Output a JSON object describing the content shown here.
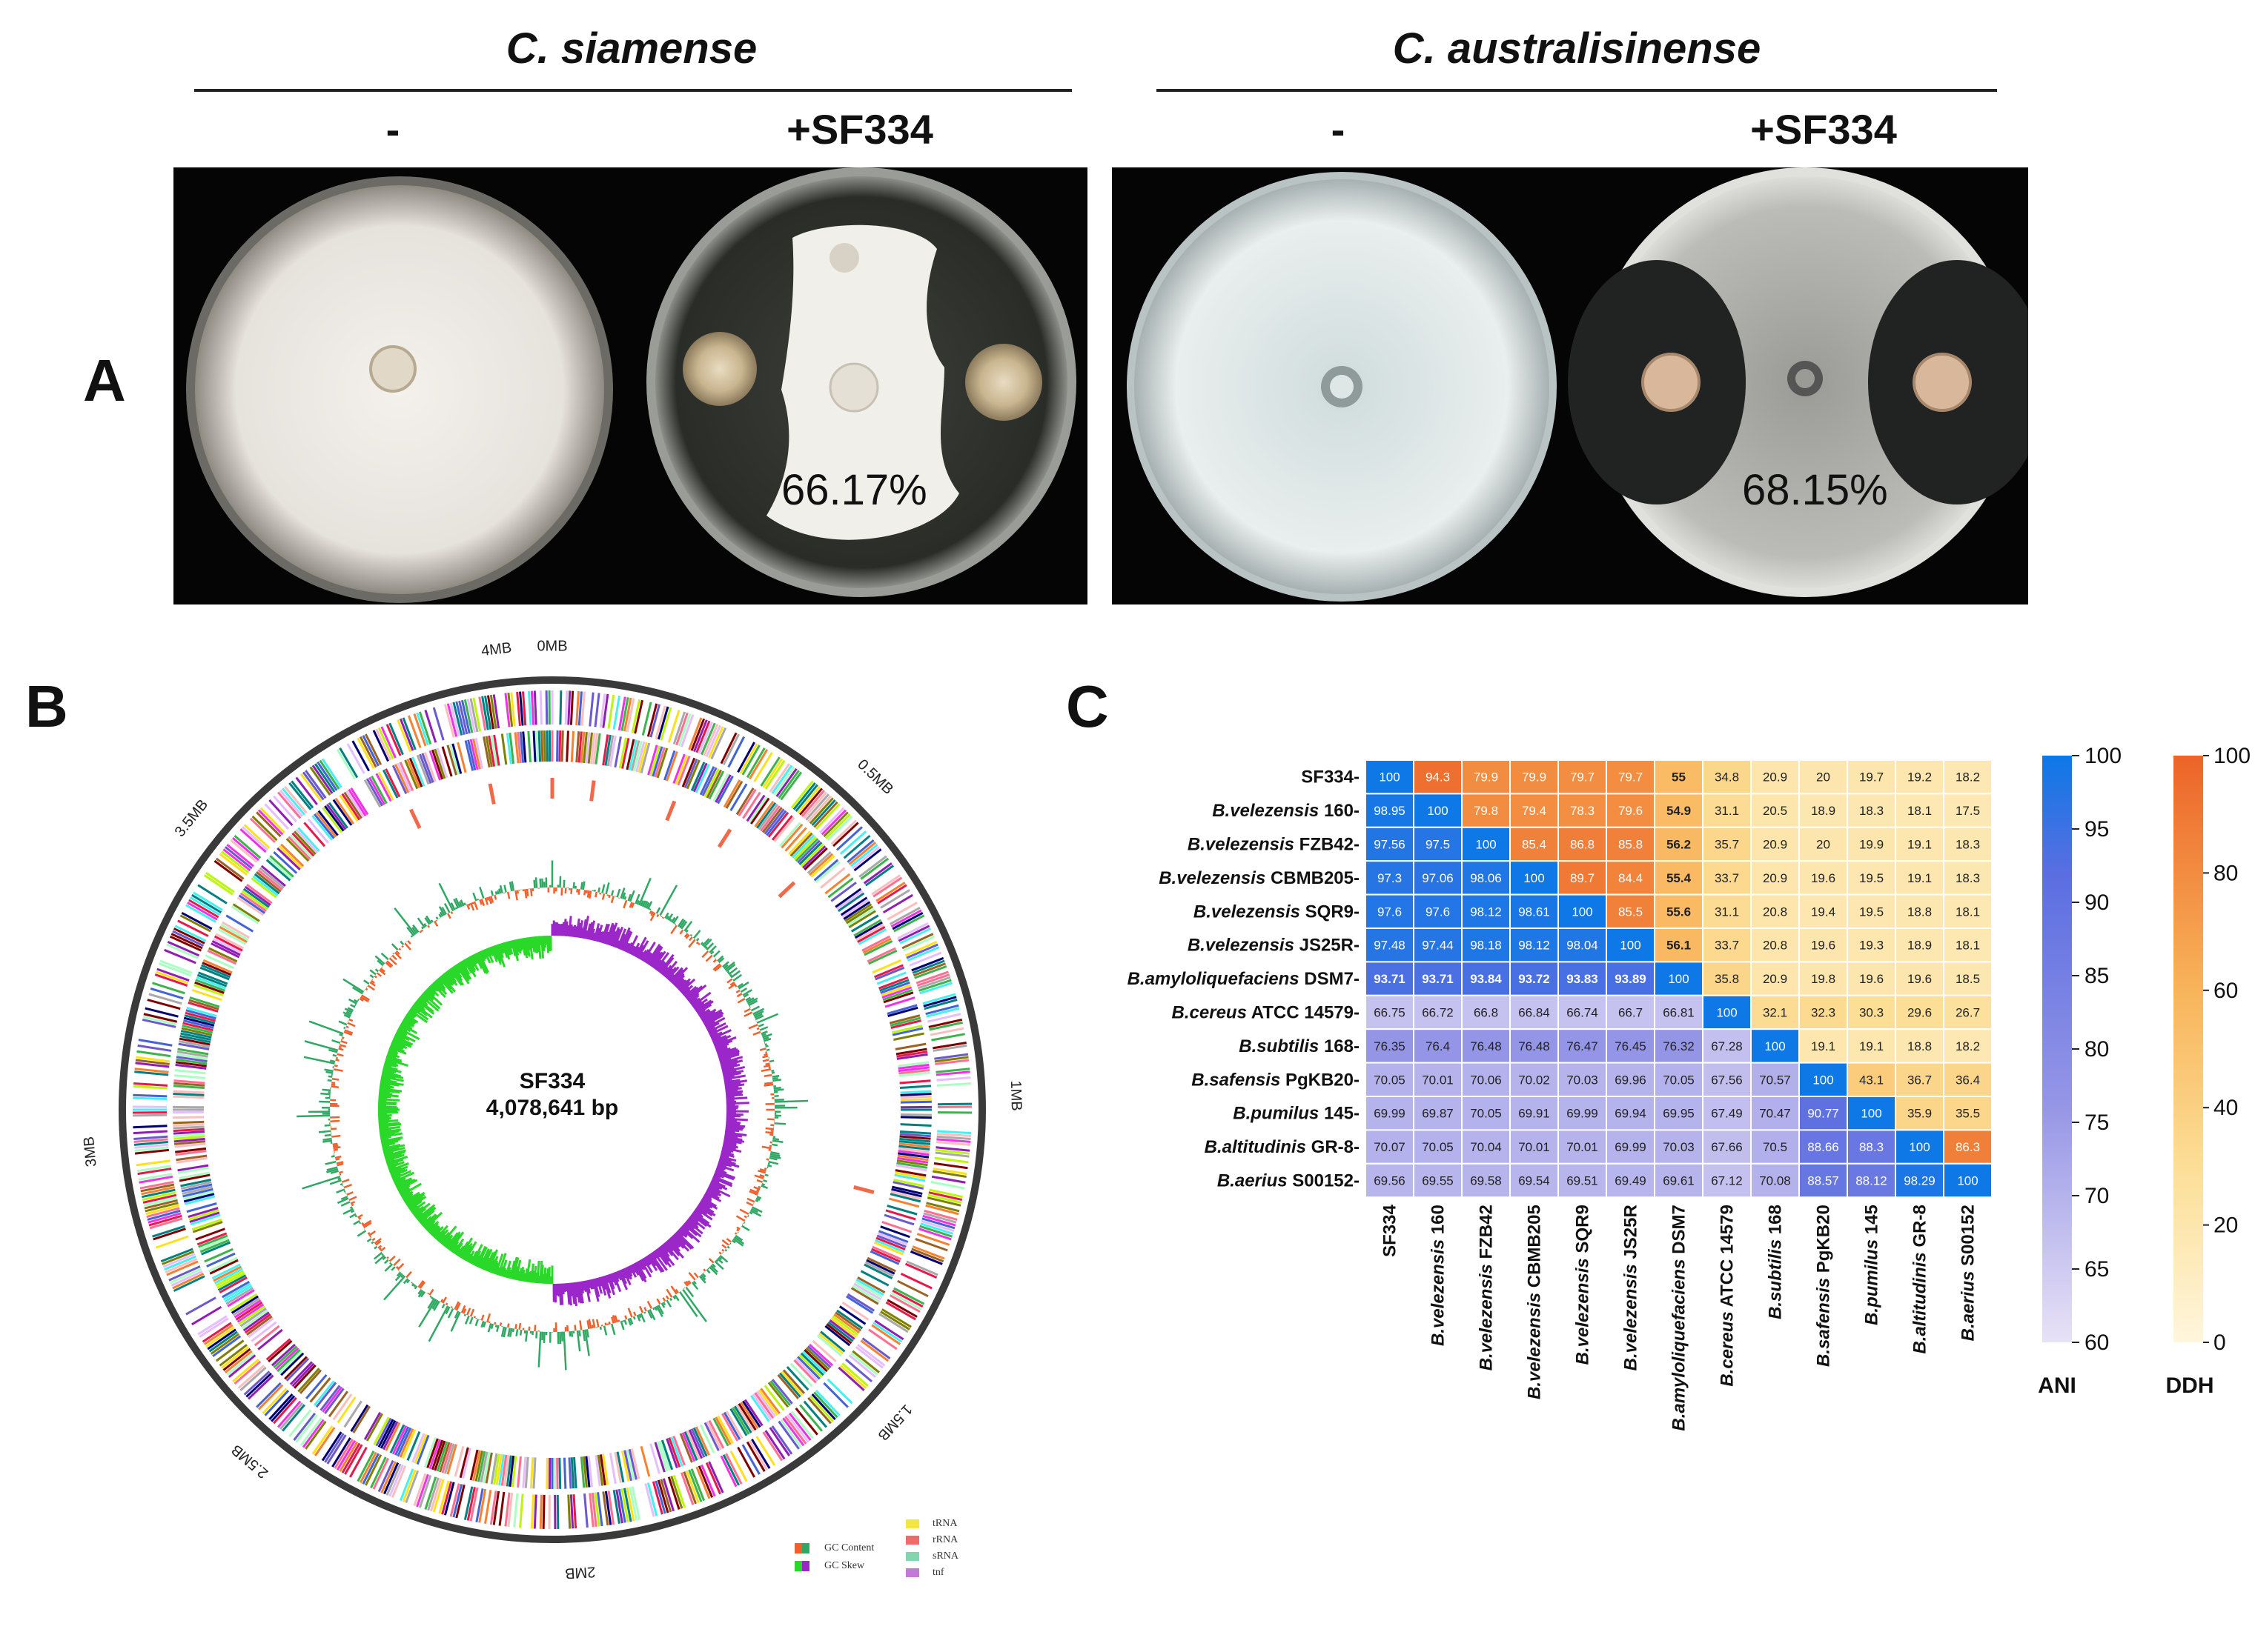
{
  "panelA": {
    "letter": "A",
    "species": [
      {
        "name": "C. siamense",
        "conditions": [
          "-",
          "+SF334"
        ],
        "inhibition": "66.17%"
      },
      {
        "name": "C. australisinense",
        "conditions": [
          "-",
          "+SF334"
        ],
        "inhibition": "68.15%"
      }
    ]
  },
  "panelB": {
    "letter": "B",
    "center_title": "SF334",
    "center_size": "4,078,641 bp",
    "ticks": [
      "0MB",
      "0.5MB",
      "1MB",
      "1.5MB",
      "2MB",
      "2.5MB",
      "3MB",
      "3.5MB",
      "4MB"
    ],
    "legend": {
      "left": [
        "GC Content",
        "GC Skew"
      ],
      "right": [
        "tRNA",
        "rRNA",
        "sRNA",
        "tnf"
      ]
    },
    "colors": {
      "gc_skew_pos": "#9b27c9",
      "gc_skew_neg": "#2ad82a",
      "gc_content_pos": "#2fa864",
      "gc_content_neg": "#f0602c",
      "rrna": "#f06a4a"
    }
  },
  "panelC": {
    "letter": "C",
    "strains": [
      {
        "genus": "SF334",
        "strain": ""
      },
      {
        "genus": "B.velezensis",
        "strain": "160"
      },
      {
        "genus": "B.velezensis",
        "strain": "FZB42"
      },
      {
        "genus": "B.velezensis",
        "strain": "CBMB205"
      },
      {
        "genus": "B.velezensis",
        "strain": "SQR9"
      },
      {
        "genus": "B.velezensis",
        "strain": "JS25R"
      },
      {
        "genus": "B.amyloliquefaciens",
        "strain": "DSM7"
      },
      {
        "genus": "B.cereus",
        "strain": "ATCC 14579"
      },
      {
        "genus": "B.subtilis",
        "strain": "168"
      },
      {
        "genus": "B.safensis",
        "strain": "PgKB20"
      },
      {
        "genus": "B.pumilus",
        "strain": "145"
      },
      {
        "genus": "B.altitudinis",
        "strain": "GR-8"
      },
      {
        "genus": "B.aerius",
        "strain": "S00152"
      }
    ],
    "ani_colorbar": {
      "label": "ANI",
      "ticks": [
        "100",
        "95",
        "90",
        "85",
        "80",
        "75",
        "70",
        "65",
        "60"
      ]
    },
    "ddh_colorbar": {
      "label": "DDH",
      "ticks": [
        "100",
        "80",
        "60",
        "40",
        "20",
        "0"
      ]
    }
  },
  "chart_data": {
    "type": "heatmap",
    "note_lower": "ANI",
    "note_upper": "DDH",
    "rows": [
      "SF334",
      "B.velezensis 160",
      "B.velezensis FZB42",
      "B.velezensis CBMB205",
      "B.velezensis SQR9",
      "B.velezensis JS25R",
      "B.amyloliquefaciens DSM7",
      "B.cereus ATCC 14579",
      "B.subtilis 168",
      "B.safensis PgKB20",
      "B.pumilus 145",
      "B.altitudinis GR-8",
      "B.aerius S00152"
    ],
    "matrix": [
      [
        "100",
        "94.3",
        "79.9",
        "79.9",
        "79.7",
        "79.7",
        "55",
        "34.8",
        "20.9",
        "20",
        "19.7",
        "19.2",
        "18.2"
      ],
      [
        "98.95",
        "100",
        "79.8",
        "79.4",
        "78.3",
        "79.6",
        "54.9",
        "31.1",
        "20.5",
        "18.9",
        "18.3",
        "18.1",
        "17.5"
      ],
      [
        "97.56",
        "97.5",
        "100",
        "85.4",
        "86.8",
        "85.8",
        "56.2",
        "35.7",
        "20.9",
        "20",
        "19.9",
        "19.1",
        "18.3"
      ],
      [
        "97.3",
        "97.06",
        "98.06",
        "100",
        "89.7",
        "84.4",
        "55.4",
        "33.7",
        "20.9",
        "19.6",
        "19.5",
        "19.1",
        "18.3"
      ],
      [
        "97.6",
        "97.6",
        "98.12",
        "98.61",
        "100",
        "85.5",
        "55.6",
        "31.1",
        "20.8",
        "19.4",
        "19.5",
        "18.8",
        "18.1"
      ],
      [
        "97.48",
        "97.44",
        "98.18",
        "98.12",
        "98.04",
        "100",
        "56.1",
        "33.7",
        "20.8",
        "19.6",
        "19.3",
        "18.9",
        "18.1"
      ],
      [
        "93.71",
        "93.71",
        "93.84",
        "93.72",
        "93.83",
        "93.89",
        "100",
        "35.8",
        "20.9",
        "19.8",
        "19.6",
        "19.6",
        "18.5"
      ],
      [
        "66.75",
        "66.72",
        "66.8",
        "66.84",
        "66.74",
        "66.7",
        "66.81",
        "100",
        "32.1",
        "32.3",
        "30.3",
        "29.6",
        "26.7"
      ],
      [
        "76.35",
        "76.4",
        "76.48",
        "76.48",
        "76.47",
        "76.45",
        "76.32",
        "67.28",
        "100",
        "19.1",
        "19.1",
        "18.8",
        "18.2"
      ],
      [
        "70.05",
        "70.01",
        "70.06",
        "70.02",
        "70.03",
        "69.96",
        "70.05",
        "67.56",
        "70.57",
        "100",
        "43.1",
        "36.7",
        "36.4"
      ],
      [
        "69.99",
        "69.87",
        "70.05",
        "69.91",
        "69.99",
        "69.94",
        "69.95",
        "67.49",
        "70.47",
        "90.77",
        "100",
        "35.9",
        "35.5"
      ],
      [
        "70.07",
        "70.05",
        "70.04",
        "70.01",
        "70.01",
        "69.99",
        "70.03",
        "67.66",
        "70.5",
        "88.66",
        "88.3",
        "100",
        "86.3"
      ],
      [
        "69.56",
        "69.55",
        "69.58",
        "69.54",
        "69.51",
        "69.49",
        "69.61",
        "67.12",
        "70.08",
        "88.57",
        "88.12",
        "98.29",
        "100"
      ]
    ],
    "ani_range": [
      60,
      100
    ],
    "ddh_range": [
      0,
      100
    ]
  }
}
